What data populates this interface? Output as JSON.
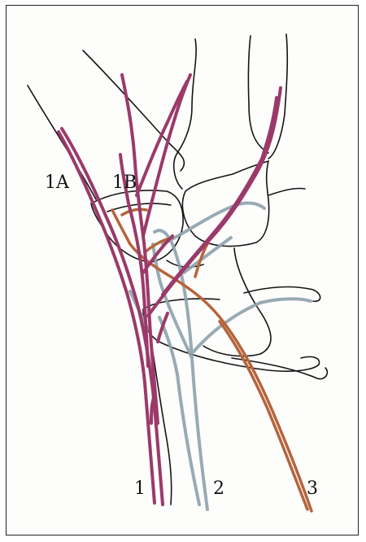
{
  "labels": {
    "label_1a": "1A",
    "label_1b": "1B",
    "label_1": "1",
    "label_2": "2",
    "label_3": "3"
  },
  "colors": {
    "outline": "#151515",
    "vessel_purple": "#9b3a6a",
    "vessel_purple_dark": "#7e2b55",
    "vessel_blue": "#8ea3ad",
    "vessel_brown": "#b5643c",
    "paper": "#fdfdfb"
  }
}
